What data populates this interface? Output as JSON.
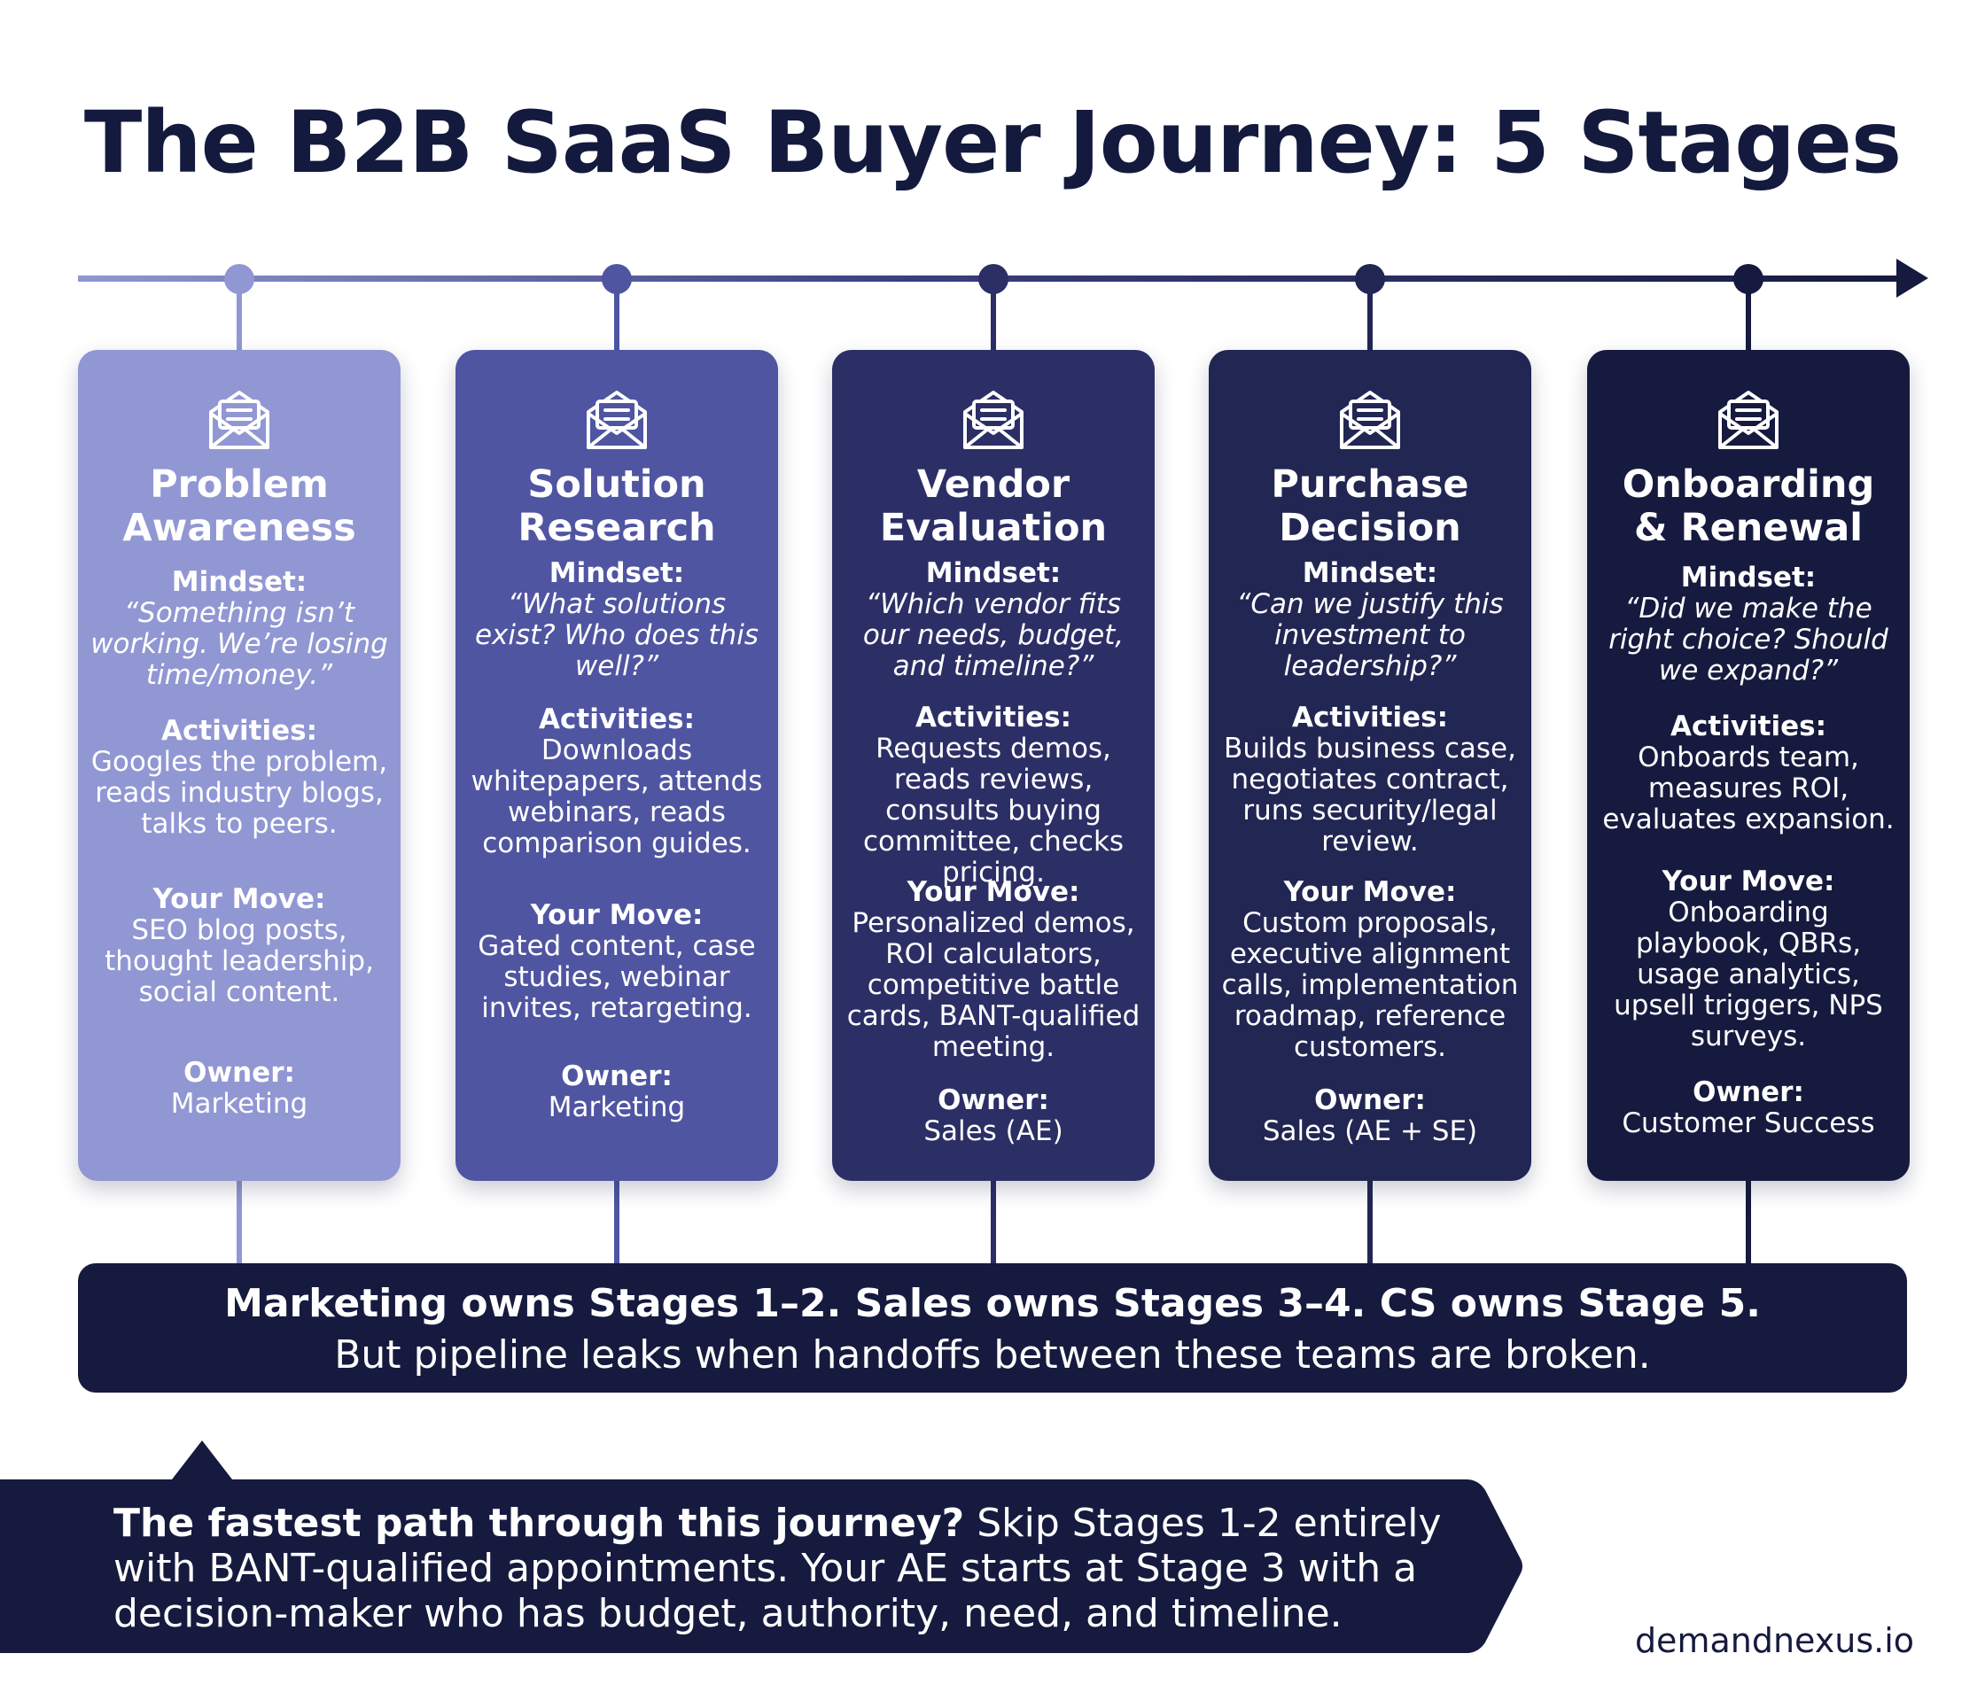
{
  "title": "The B2B SaaS Buyer Journey: 5 Stages",
  "colors": {
    "stage_1": "#9197d3",
    "stage_2": "#4f55a1",
    "stage_3": "#2c2f66",
    "stage_4": "#222653",
    "stage_5": "#161a3e",
    "dark": "#151a3e"
  },
  "stages": [
    {
      "icon": "envelope-icon",
      "title_line1": "Problem",
      "title_line2": "Awareness",
      "mindset_label": "Mindset:",
      "mindset": "“Something isn’t working. We’re losing time/money.”",
      "activities_label": "Activities:",
      "activities": "Googles the problem, reads industry blogs, talks to peers.",
      "move_label": "Your Move:",
      "move": "SEO blog posts, thought leadership, social content.",
      "owner_label": "Owner:",
      "owner": "Marketing"
    },
    {
      "icon": "envelope-icon",
      "title_line1": "Solution",
      "title_line2": "Research",
      "mindset_label": "Mindset:",
      "mindset": "“What solutions exist? Who does this well?”",
      "activities_label": "Activities:",
      "activities": "Downloads whitepapers, attends webinars, reads comparison guides.",
      "move_label": "Your Move:",
      "move": "Gated content, case studies, webinar invites, retargeting.",
      "owner_label": "Owner:",
      "owner": "Marketing"
    },
    {
      "icon": "envelope-icon",
      "title_line1": "Vendor",
      "title_line2": "Evaluation",
      "mindset_label": "Mindset:",
      "mindset": "“Which vendor fits our needs, budget, and timeline?”",
      "activities_label": "Activities:",
      "activities": "Requests demos, reads reviews, consults buying committee, checks pricing.",
      "move_label": "Your Move:",
      "move": "Personalized demos, ROI calculators, competitive battle cards, BANT-qualified meeting.",
      "owner_label": "Owner:",
      "owner": "Sales (AE)"
    },
    {
      "icon": "envelope-icon",
      "title_line1": "Purchase",
      "title_line2": "Decision",
      "mindset_label": "Mindset:",
      "mindset": "“Can we justify this investment to leadership?”",
      "activities_label": "Activities:",
      "activities": "Builds business case, negotiates contract, runs security/legal review.",
      "move_label": "Your Move:",
      "move": "Custom proposals, executive alignment calls, implementation roadmap, reference customers.",
      "owner_label": "Owner:",
      "owner": "Sales (AE + SE)"
    },
    {
      "icon": "envelope-icon",
      "title_line1": "Onboarding",
      "title_line2": "& Renewal",
      "mindset_label": "Mindset:",
      "mindset": "“Did we make the right choice? Should we expand?”",
      "activities_label": "Activities:",
      "activities": "Onboards team, measures ROI, evaluates expansion.",
      "move_label": "Your Move:",
      "move": "Onboarding playbook, QBRs, usage analytics, upsell triggers, NPS surveys.",
      "owner_label": "Owner:",
      "owner": "Customer Success"
    }
  ],
  "summary": {
    "line1": "Marketing owns Stages 1–2. Sales owns Stages 3–4. CS owns Stage 5.",
    "line2": "But pipeline leaks when handoffs between these teams are broken."
  },
  "callout": {
    "bold": "The fastest path through this journey?",
    "text": " Skip Stages 1-2 entirely with BANT-qualified appointments. Your AE starts at Stage 3 with a decision-maker who has budget, authority, need, and timeline."
  },
  "brand": "demandnexus.io"
}
